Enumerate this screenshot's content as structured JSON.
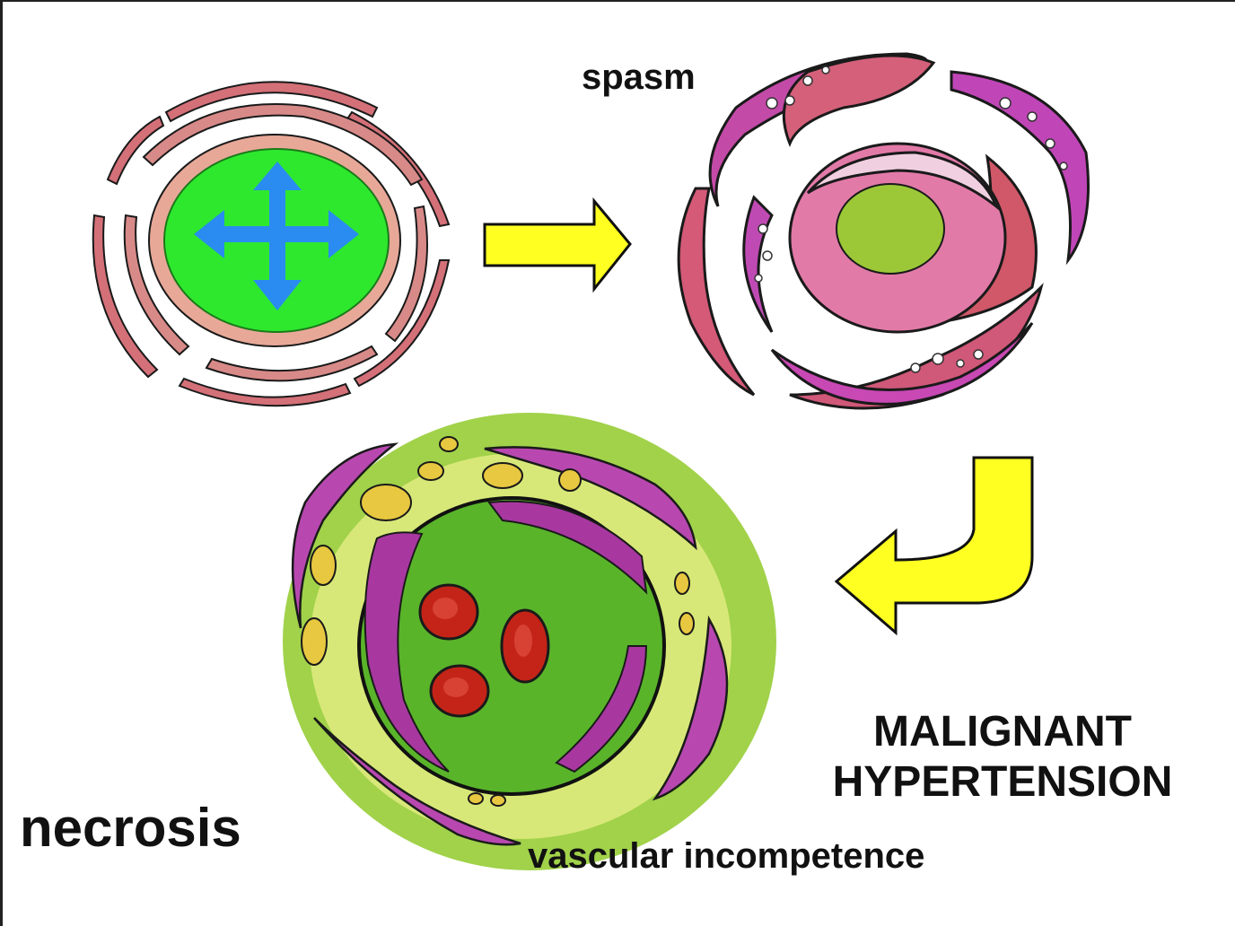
{
  "labels": {
    "spasm": "spasm",
    "necrosis": "necrosis",
    "vascular_incompetence": "vascular incompetence",
    "malignant_line1": "MALIGNANT",
    "malignant_line2": "HYPERTENSION"
  },
  "colors": {
    "background": "#ffffff",
    "arrow_fill": "#ffff22",
    "arrow_stroke": "#111111",
    "lumen_green": "#2ee82e",
    "dilation_arrows_blue": "#2a8cf0",
    "smooth_muscle_red": "#c85a64",
    "spasm_magenta": "#c040b0",
    "necrosis_green": "#58b028",
    "necrosis_yellow": "#e8d848",
    "red_blood_cell": "#c42418"
  },
  "panels": [
    {
      "name": "dilated-vessel",
      "icon": "dilation-arrows-icon"
    },
    {
      "name": "spasm-vessel",
      "icon": "constricted-vessel-icon"
    },
    {
      "name": "necrotic-vessel",
      "icon": "red-blood-cell-icon"
    }
  ]
}
